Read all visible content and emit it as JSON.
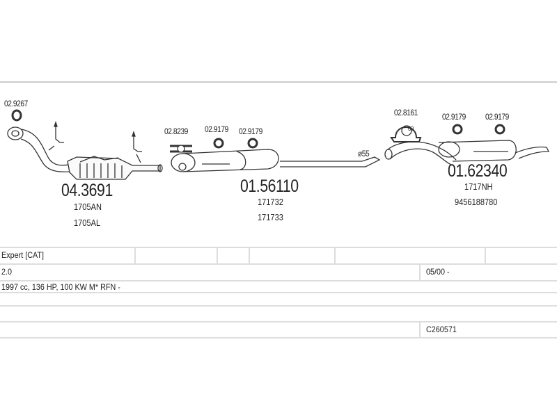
{
  "diagram": {
    "parts": [
      {
        "number": "04.3691",
        "refs": [
          "1705AN",
          "1705AL"
        ]
      },
      {
        "number": "01.56110",
        "refs": [
          "171732",
          "171733"
        ]
      },
      {
        "number": "01.62340",
        "refs": [
          "1717NH",
          "9456188780"
        ]
      }
    ],
    "accessories": {
      "a1": "02.9267",
      "a2": "02.8239",
      "a3": "02.9179",
      "a4": "02.9179",
      "a5": "02.8161",
      "a6": "02.9179",
      "a7": "02.9179"
    },
    "hanger_ring_label": "60",
    "pipe_diameter": "ø55"
  },
  "table": {
    "model": "Expert  [CAT]",
    "engine": "2.0",
    "date": "05/00 -",
    "spec": "1997 cc, 136 HP, 100 KW M* RFN -",
    "code": "C260571"
  }
}
